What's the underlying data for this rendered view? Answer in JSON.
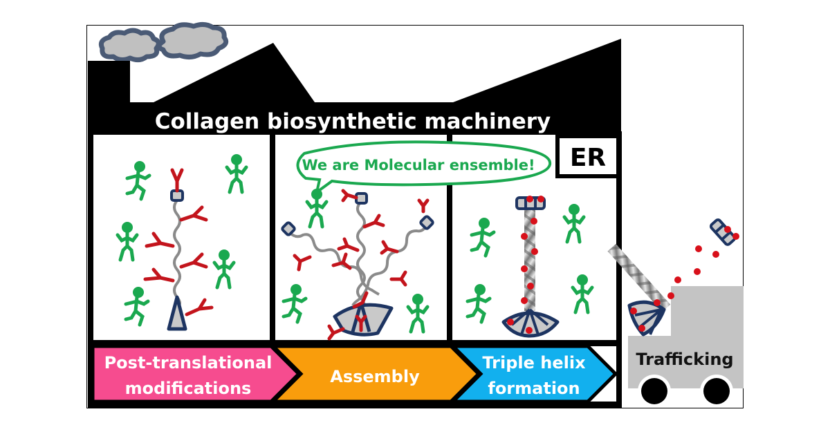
{
  "figure": {
    "title": "Collagen biosynthetic machinery",
    "compartment_label": "ER",
    "speech_bubble": "We are Molecular ensemble!",
    "stages": [
      {
        "line1": "Post-translational",
        "line2": "modifications",
        "color": "#f64c8f"
      },
      {
        "line1": "Assembly",
        "line2": "",
        "color": "#f99d0c"
      },
      {
        "line1": "Triple helix",
        "line2": "formation",
        "color": "#12b0ee"
      }
    ],
    "truck_label": "Trafficking"
  },
  "colors": {
    "factory": "#000000",
    "figure_green": "#1aa84f",
    "glycan_red": "#c3141c",
    "domain_navy": "#1d3461",
    "chain_gray": "#8a8a8a",
    "cloud_fill": "#c0c0c0",
    "cloud_stroke": "#4a5a75",
    "truck_gray": "#c4c4c4",
    "dot_red": "#d8101a"
  }
}
